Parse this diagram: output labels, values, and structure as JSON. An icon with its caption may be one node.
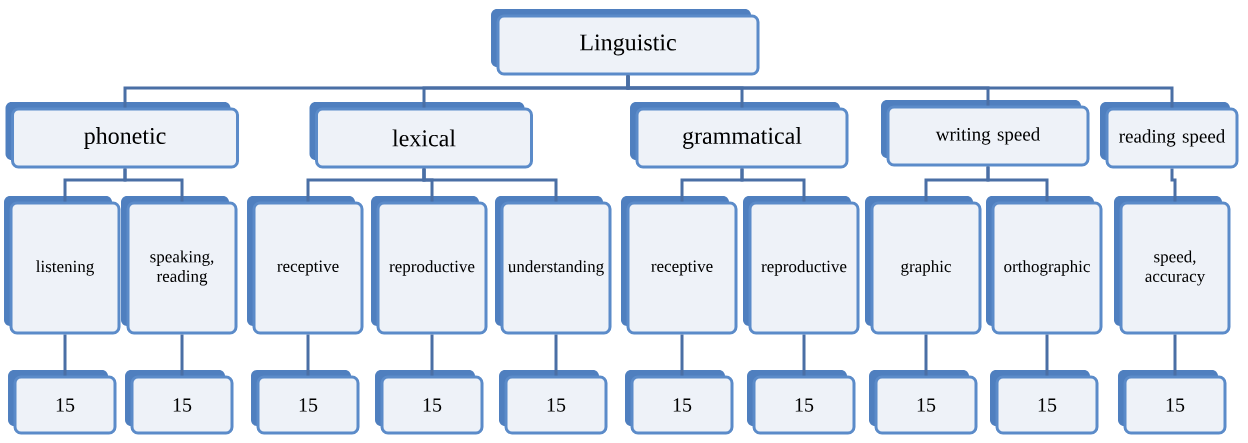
{
  "diagram": {
    "nodes": [
      {
        "text": [
          "Linguistic"
        ]
      },
      {
        "text": [
          "phonetic"
        ]
      },
      {
        "text": [
          "lexical"
        ]
      },
      {
        "text": [
          "grammatical"
        ]
      },
      {
        "text": [
          "writing speed"
        ]
      },
      {
        "text": [
          "reading speed"
        ]
      },
      {
        "text": [
          "listening"
        ]
      },
      {
        "text": [
          "speaking, reading"
        ]
      },
      {
        "text": [
          "receptive"
        ]
      },
      {
        "text": [
          "reproductive"
        ]
      },
      {
        "text": [
          "understanding"
        ]
      },
      {
        "text": [
          "receptive"
        ]
      },
      {
        "text": [
          "reproductive"
        ]
      },
      {
        "text": [
          "graphic"
        ]
      },
      {
        "text": [
          "orthographic"
        ]
      },
      {
        "text": [
          "speed, accuracy"
        ]
      },
      {
        "text": [
          "15"
        ]
      },
      {
        "text": [
          "15"
        ]
      },
      {
        "text": [
          "15"
        ]
      },
      {
        "text": [
          "15"
        ]
      },
      {
        "text": [
          "15"
        ]
      },
      {
        "text": [
          "15"
        ]
      },
      {
        "text": [
          "15"
        ]
      },
      {
        "text": [
          "15"
        ]
      },
      {
        "text": [
          "15"
        ]
      },
      {
        "text": [
          "15"
        ]
      }
    ],
    "edges": [
      {
        "from": 0,
        "to": 1,
        "arrow": "none"
      },
      {
        "from": 0,
        "to": 2,
        "arrow": "none"
      },
      {
        "from": 0,
        "to": 3,
        "arrow": "none"
      },
      {
        "from": 0,
        "to": 4,
        "arrow": "none"
      },
      {
        "from": 0,
        "to": 5,
        "arrow": "none"
      },
      {
        "from": 1,
        "to": 6,
        "arrow": "none"
      },
      {
        "from": 1,
        "to": 7,
        "arrow": "none"
      },
      {
        "from": 2,
        "to": 8,
        "arrow": "none"
      },
      {
        "from": 2,
        "to": 9,
        "arrow": "none"
      },
      {
        "from": 2,
        "to": 10,
        "arrow": "none"
      },
      {
        "from": 3,
        "to": 11,
        "arrow": "none"
      },
      {
        "from": 3,
        "to": 12,
        "arrow": "none"
      },
      {
        "from": 4,
        "to": 13,
        "arrow": "none"
      },
      {
        "from": 4,
        "to": 14,
        "arrow": "none"
      },
      {
        "from": 5,
        "to": 15,
        "arrow": "none"
      },
      {
        "from": 6,
        "to": 16,
        "arrow": "none"
      },
      {
        "from": 7,
        "to": 17,
        "arrow": "none"
      },
      {
        "from": 8,
        "to": 18,
        "arrow": "none"
      },
      {
        "from": 9,
        "to": 19,
        "arrow": "none"
      },
      {
        "from": 10,
        "to": 20,
        "arrow": "none"
      },
      {
        "from": 11,
        "to": 21,
        "arrow": "none"
      },
      {
        "from": 12,
        "to": 22,
        "arrow": "none"
      },
      {
        "from": 13,
        "to": 23,
        "arrow": "none"
      },
      {
        "from": 14,
        "to": 24,
        "arrow": "none"
      },
      {
        "from": 15,
        "to": 25,
        "arrow": "none"
      }
    ]
  }
}
